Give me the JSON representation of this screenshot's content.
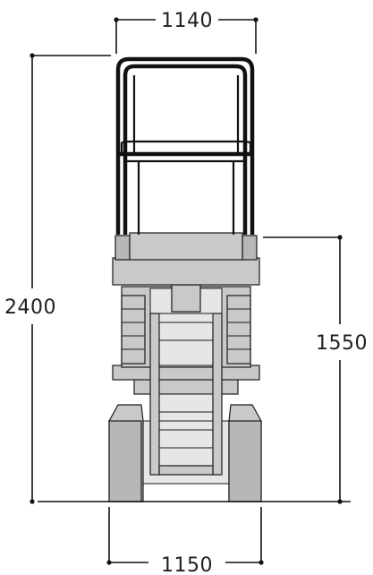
{
  "dimensions": {
    "top_width": "1140",
    "overall_height": "2400",
    "platform_height": "1550",
    "base_width": "1150"
  }
}
